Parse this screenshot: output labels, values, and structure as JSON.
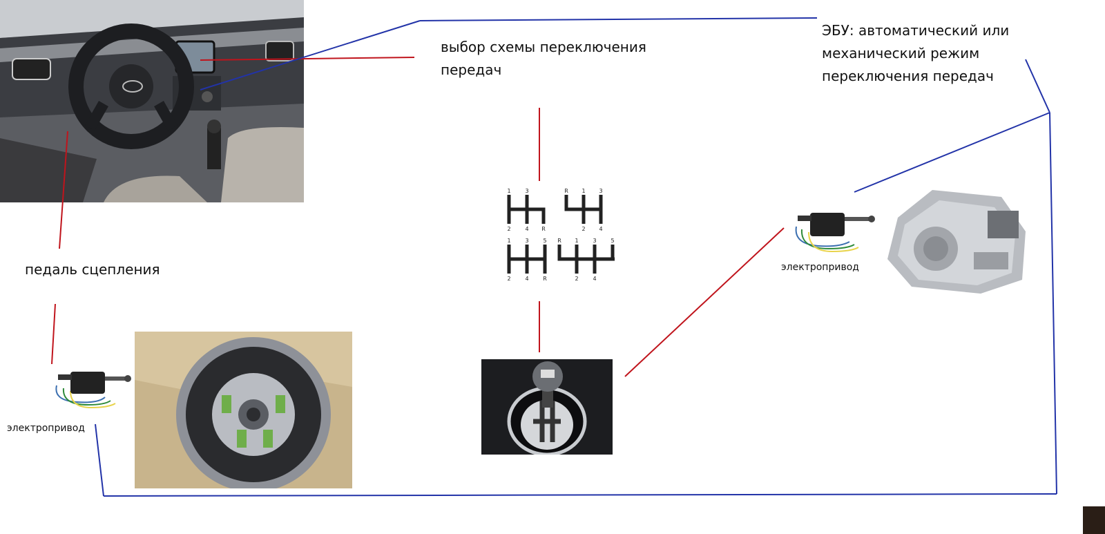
{
  "labels": {
    "gear_selection": "выбор схемы переключения\nпередач",
    "ecu": "ЭБУ: автоматический или\nмеханический режим\nпереключения передач",
    "clutch_pedal": "педаль сцепления",
    "actuator_clutch": "электропривод",
    "actuator_gearbox": "электропривод"
  },
  "gear_patterns": [
    {
      "top": [
        "1",
        "3"
      ],
      "bottom": [
        "2",
        "4",
        "R"
      ]
    },
    {
      "top": [
        "R",
        "1",
        "3"
      ],
      "bottom": [
        "2",
        "4"
      ]
    },
    {
      "top": [
        "1",
        "3",
        "5"
      ],
      "bottom": [
        "2",
        "4",
        "R"
      ]
    },
    {
      "top": [
        "R",
        "1",
        "3",
        "5"
      ],
      "bottom": [
        "2",
        "4"
      ]
    }
  ],
  "colors": {
    "red_line": "#c0141c",
    "blue_line": "#2233a8"
  },
  "icons": [
    "car-interior-photo",
    "clutch-disc-photo",
    "actuator-icon",
    "gear-shift-pattern-icon",
    "gear-lever-photo",
    "gearbox-photo"
  ]
}
